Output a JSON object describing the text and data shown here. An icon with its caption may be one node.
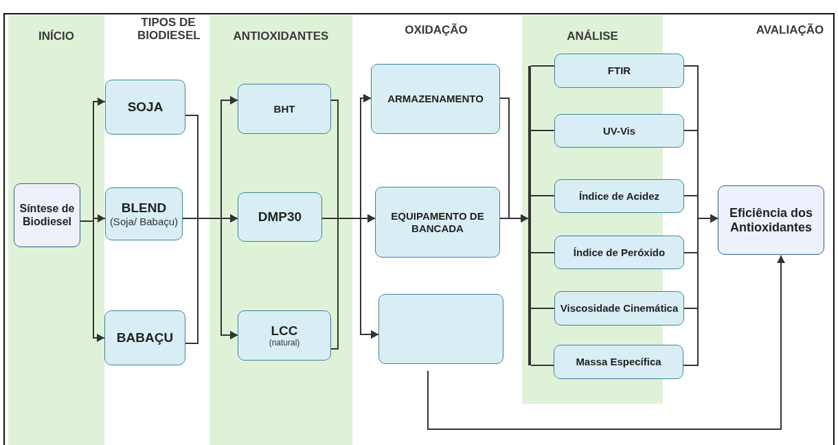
{
  "diagram": {
    "nodes": [
      {
        "text": [
          "INÍCIO"
        ]
      },
      {
        "text": [
          "Síntese de Biodiesel"
        ],
        "in": 0
      },
      {
        "text": [
          "SOJA"
        ]
      },
      {
        "text": [
          "BLEND",
          "(Soja/ Babaçu)"
        ]
      },
      {
        "text": [
          "BABAÇU"
        ]
      },
      {
        "text": [
          "ANTIOXIDANTES"
        ]
      },
      {
        "text": [
          "BHT"
        ],
        "in": 5
      },
      {
        "text": [
          "DMP30"
        ],
        "in": 5
      },
      {
        "text": [
          "LCC",
          "(natural)"
        ],
        "in": 5
      },
      {
        "text": [
          "ARMAZENAMENTO"
        ]
      },
      {
        "text": [
          "EQUIPAMENTO DE BANCADA"
        ]
      },
      {
        "text": [],
        "shape": "box"
      },
      {
        "text": [
          "ANÁLISE"
        ]
      },
      {
        "text": [
          "FTIR"
        ],
        "in": 12
      },
      {
        "text": [
          "UV-Vis"
        ],
        "in": 12
      },
      {
        "text": [
          "Índice de Acidez"
        ],
        "in": 12
      },
      {
        "text": [
          "Índice de Peróxido"
        ],
        "in": 12
      },
      {
        "text": [
          "Viscosidade Cinemática"
        ],
        "in": 12
      },
      {
        "text": [
          "Massa Específica"
        ],
        "in": 12
      },
      {
        "text": [
          "Eficiência dos Antioxidantes"
        ]
      },
      {
        "text": [],
        "shape": "bar",
        "in": 12
      }
    ],
    "edges": [
      {
        "from": 1,
        "to": 2,
        "arrow": "to"
      },
      {
        "from": 1,
        "to": 3,
        "arrow": "to"
      },
      {
        "from": 1,
        "to": 4,
        "arrow": "to"
      },
      {
        "from": 2,
        "to": 6,
        "arrow": "to"
      },
      {
        "from": 2,
        "to": 7,
        "arrow": "to"
      },
      {
        "from": 2,
        "to": 8,
        "arrow": "to"
      },
      {
        "from": 3,
        "to": 6,
        "arrow": "to"
      },
      {
        "from": 3,
        "to": 7,
        "arrow": "to"
      },
      {
        "from": 3,
        "to": 8,
        "arrow": "to"
      },
      {
        "from": 4,
        "to": 6,
        "arrow": "to"
      },
      {
        "from": 4,
        "to": 7,
        "arrow": "to"
      },
      {
        "from": 4,
        "to": 8,
        "arrow": "to"
      },
      {
        "from": 6,
        "to": 9,
        "arrow": "to"
      },
      {
        "from": 6,
        "to": 10,
        "arrow": "to"
      },
      {
        "from": 6,
        "to": 11,
        "arrow": "to"
      },
      {
        "from": 7,
        "to": 9,
        "arrow": "to"
      },
      {
        "from": 7,
        "to": 10,
        "arrow": "to"
      },
      {
        "from": 7,
        "to": 11,
        "arrow": "to"
      },
      {
        "from": 8,
        "to": 9,
        "arrow": "to"
      },
      {
        "from": 8,
        "to": 10,
        "arrow": "to"
      },
      {
        "from": 8,
        "to": 11,
        "arrow": "to"
      },
      {
        "from": 9,
        "to": 20,
        "arrow": "to"
      },
      {
        "from": 10,
        "to": 20,
        "arrow": "to"
      },
      {
        "from": 20,
        "to": 13,
        "arrow": "none"
      },
      {
        "from": 20,
        "to": 14,
        "arrow": "none"
      },
      {
        "from": 20,
        "to": 15,
        "arrow": "none"
      },
      {
        "from": 20,
        "to": 16,
        "arrow": "none"
      },
      {
        "from": 20,
        "to": 17,
        "arrow": "none"
      },
      {
        "from": 20,
        "to": 18,
        "arrow": "none"
      },
      {
        "from": 13,
        "to": 19,
        "arrow": "to"
      },
      {
        "from": 14,
        "to": 19,
        "arrow": "to"
      },
      {
        "from": 15,
        "to": 19,
        "arrow": "to"
      },
      {
        "from": 16,
        "to": 19,
        "arrow": "to"
      },
      {
        "from": 17,
        "to": 19,
        "arrow": "to"
      },
      {
        "from": 18,
        "to": 19,
        "arrow": "to"
      },
      {
        "from": 11,
        "to": 19,
        "arrow": "to"
      }
    ],
    "labels": [
      "TIPOS DE BIODIESEL",
      "OXIDAÇÃO",
      "AVALIAÇÃO"
    ]
  }
}
